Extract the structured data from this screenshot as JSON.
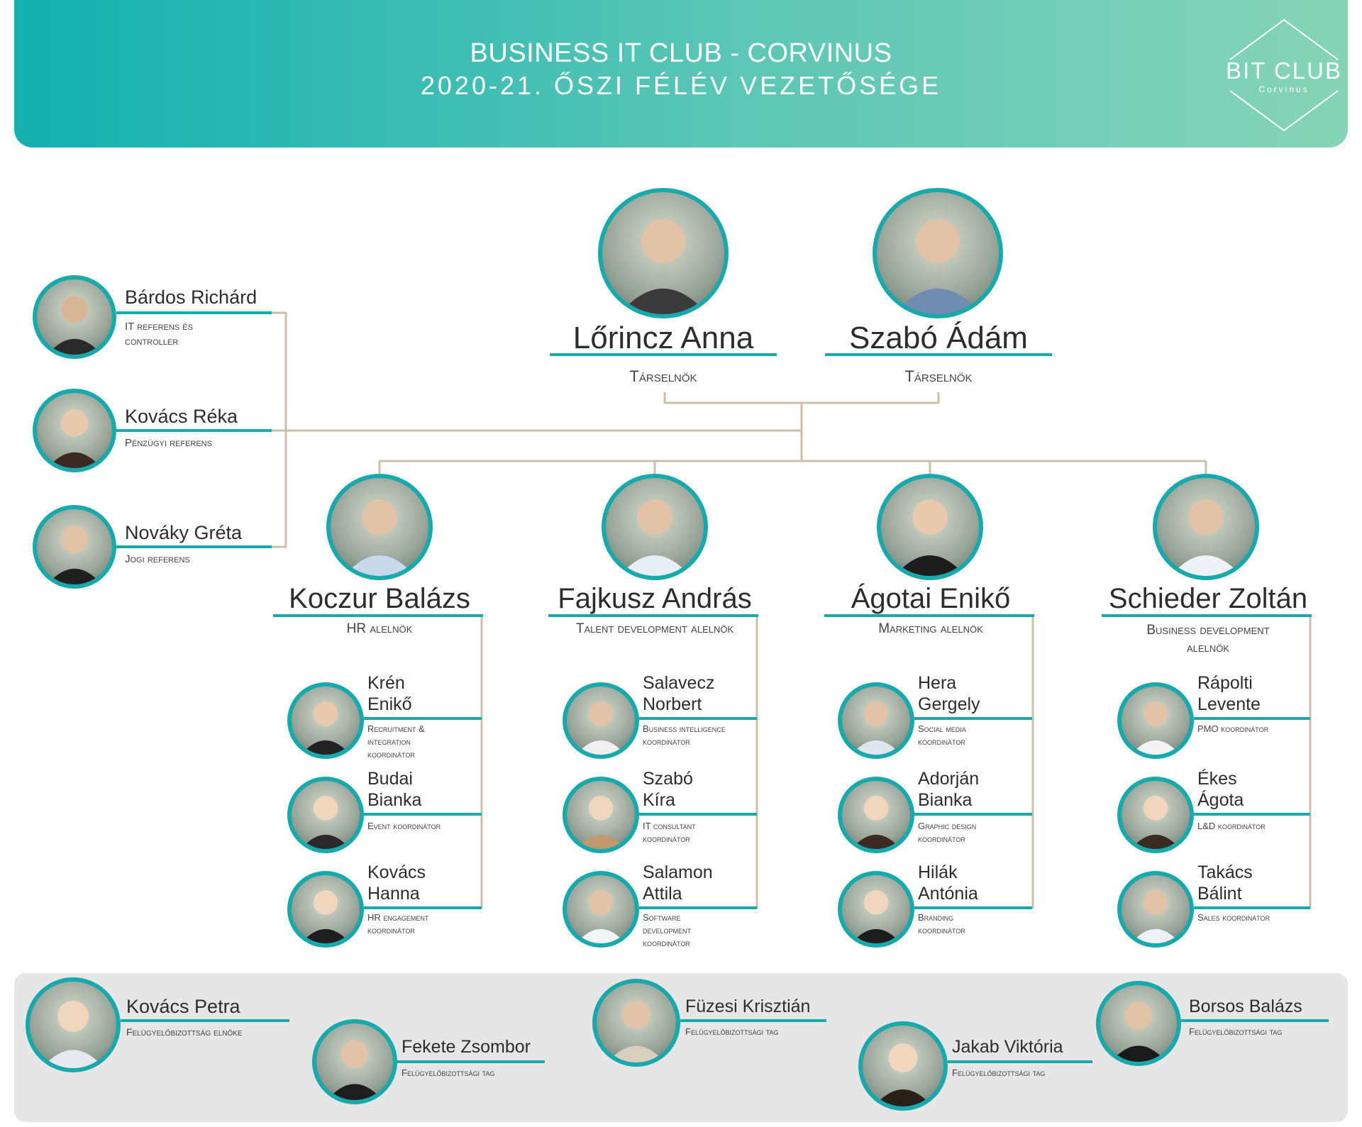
{
  "header": {
    "title_line1": "BUSINESS IT CLUB - CORVINUS",
    "title_line2": "2020-21. ŐSZI FÉLÉV VEZETŐSÉGE",
    "logo_text": "BIT CLUB",
    "logo_sub": "Corvinus"
  },
  "presidents": [
    {
      "name": "Lőrincz Anna",
      "role": "Társelnök"
    },
    {
      "name": "Szabó Ádám",
      "role": "Társelnök"
    }
  ],
  "referents": [
    {
      "name": "Bárdos Richárd",
      "role": "IT referens és controller"
    },
    {
      "name": "Kovács Réka",
      "role": "Pénzügyi referens"
    },
    {
      "name": "Nováky Gréta",
      "role": "Jogi referens"
    }
  ],
  "vice_presidents": [
    {
      "name": "Koczur Balázs",
      "role": "HR alelnök",
      "members": [
        {
          "name1": "Krén",
          "name2": "Enikő",
          "role": "Recruitment & integration koordinátor"
        },
        {
          "name1": "Budai",
          "name2": "Bianka",
          "role": "Event koordinátor"
        },
        {
          "name1": "Kovács",
          "name2": "Hanna",
          "role": "HR engagement koordinátor"
        }
      ]
    },
    {
      "name": "Fajkusz András",
      "role": "Talent development alelnök",
      "members": [
        {
          "name1": "Salavecz",
          "name2": "Norbert",
          "role": "Business intelligence koordinátor"
        },
        {
          "name1": "Szabó",
          "name2": "Kíra",
          "role": "IT consultant koordinátor"
        },
        {
          "name1": "Salamon",
          "name2": "Attila",
          "role": "Software development koordinátor"
        }
      ]
    },
    {
      "name": "Ágotai Enikő",
      "role": "Marketing alelnök",
      "members": [
        {
          "name1": "Hera",
          "name2": "Gergely",
          "role": "Social media koordinátor"
        },
        {
          "name1": "Adorján",
          "name2": "Bianka",
          "role": "Graphic design koordinátor"
        },
        {
          "name1": "Hilák",
          "name2": "Antónia",
          "role": "Branding koordinátor"
        }
      ]
    },
    {
      "name": "Schieder Zoltán",
      "role": "Business development alelnök",
      "members": [
        {
          "name1": "Rápolti",
          "name2": "Levente",
          "role": "PMO koordinátor"
        },
        {
          "name1": "Ékes",
          "name2": "Ágota",
          "role": "L&D koordinátor"
        },
        {
          "name1": "Takács",
          "name2": "Bálint",
          "role": "Sales koordinátor"
        }
      ]
    }
  ],
  "supervisory_board": [
    {
      "name": "Kovács Petra",
      "role": "Felügyelőbizottság elnöke"
    },
    {
      "name": "Fekete Zsombor",
      "role": "Felügyelőbizottsági tag"
    },
    {
      "name": "Füzesi Krisztián",
      "role": "Felügyelőbizottsági tag"
    },
    {
      "name": "Jakab Viktória",
      "role": "Felügyelőbizottsági tag"
    },
    {
      "name": "Borsos Balázs",
      "role": "Felügyelőbizottsági tag"
    }
  ],
  "colors": {
    "accent": "#17a9ac",
    "connector": "#cbbfa8",
    "board_bg": "#e6e6e6"
  }
}
